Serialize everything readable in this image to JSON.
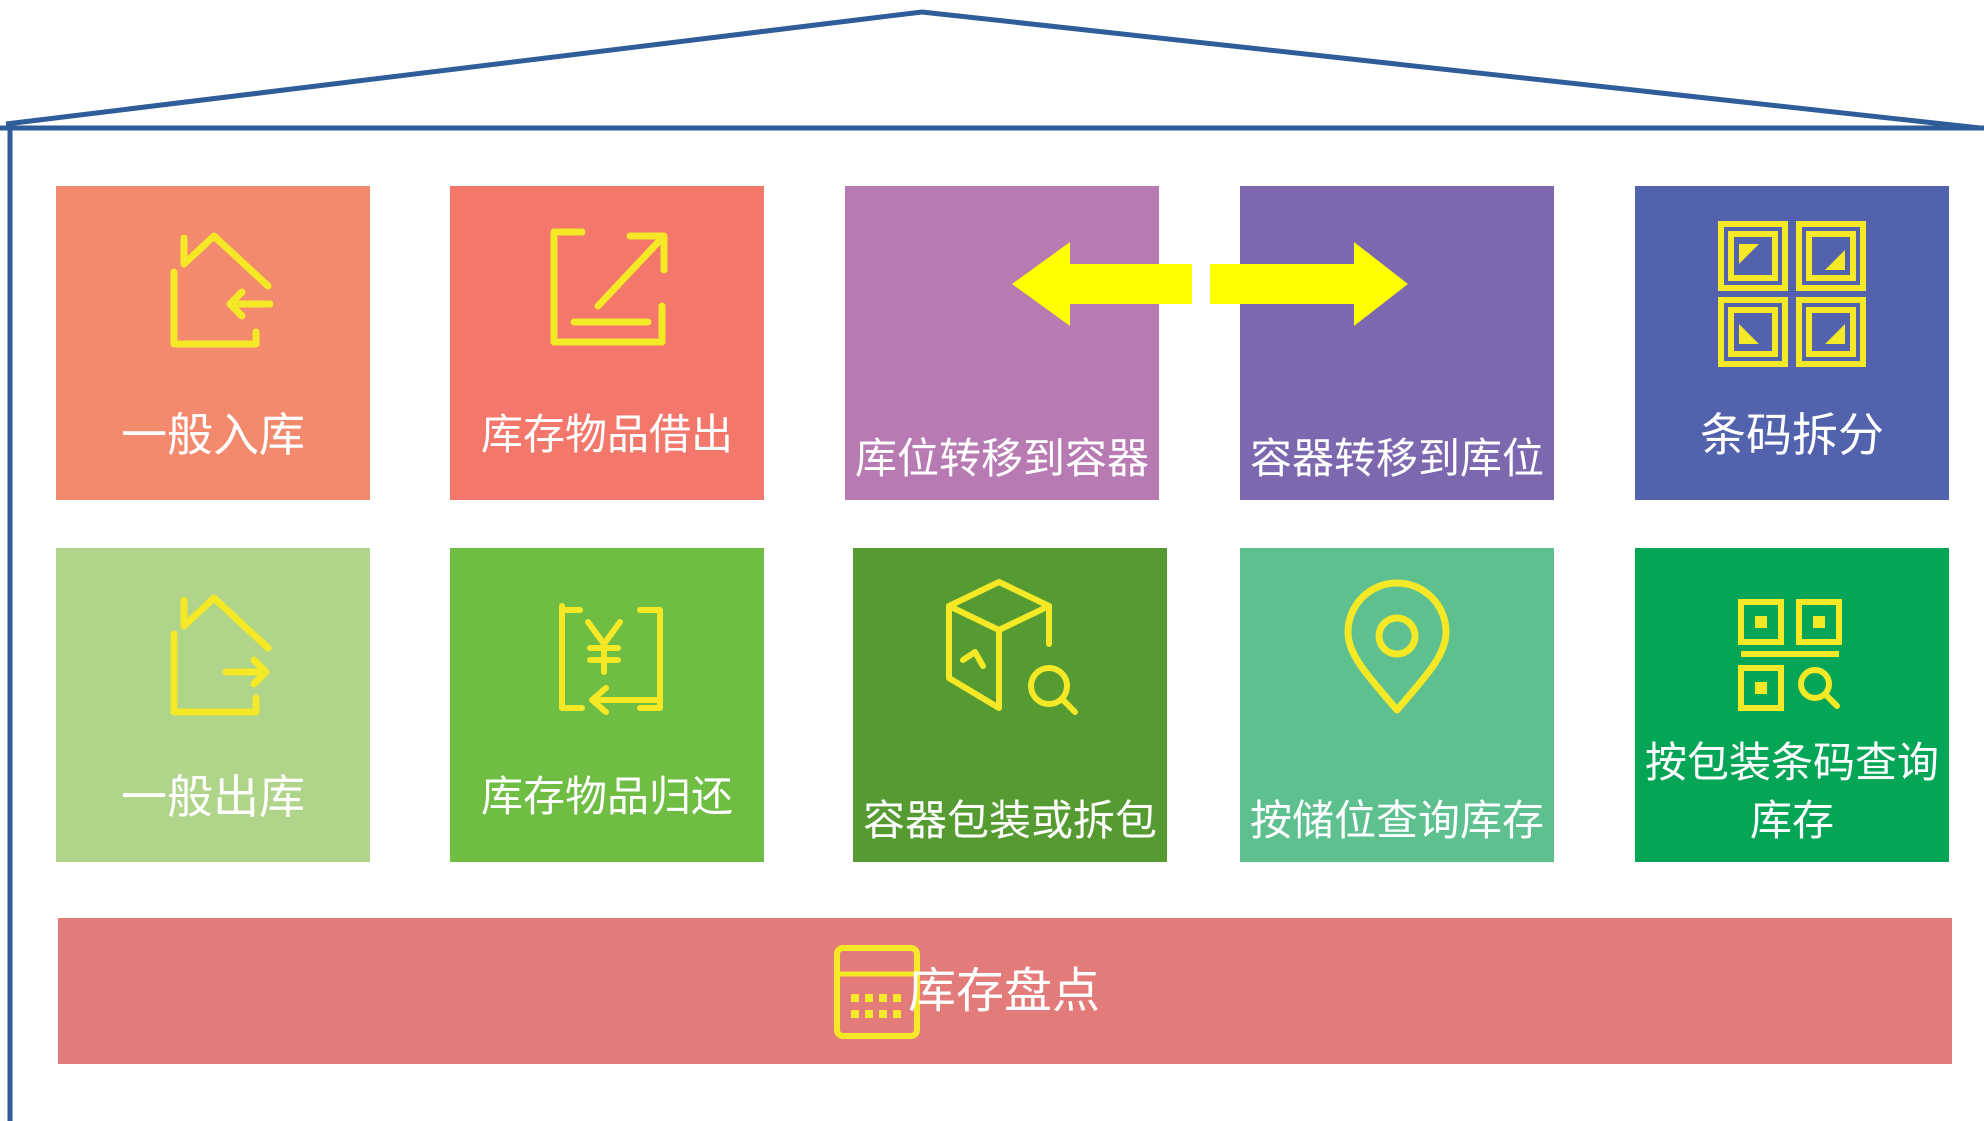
{
  "colors": {
    "outline": "#2e5d9a",
    "icon": "#f5e826",
    "text": "#ffffff"
  },
  "tiles_row1": [
    {
      "label": "一般入库",
      "color": "#f48a6d",
      "icon": "house-in-icon"
    },
    {
      "label": "库存物品借出",
      "color": "#f3776b",
      "icon": "share-out-icon"
    },
    {
      "label": "库位转移到容器",
      "color": "#b77ab2",
      "icon": "none"
    },
    {
      "label": "容器转移到库位",
      "color": "#7d67ae",
      "icon": "none"
    },
    {
      "label": "条码拆分",
      "color": "#5262ad",
      "icon": "split-grid-icon"
    }
  ],
  "tiles_row2": [
    {
      "label": "一般出库",
      "color": "#b0d58a",
      "icon": "house-out-icon"
    },
    {
      "label": "库存物品归还",
      "color": "#6fbe43",
      "icon": "yen-return-icon"
    },
    {
      "label": "容器包装或拆包",
      "color": "#569a32",
      "icon": "box-search-icon"
    },
    {
      "label": "按储位查询库存",
      "color": "#5fc08f",
      "icon": "map-pin-icon"
    },
    {
      "label": "按包装条码查询库存",
      "color": "#05a557",
      "icon": "qr-search-icon"
    }
  ],
  "transfer_arrow": {
    "icon": "double-arrow-icon",
    "color": "#ffff00"
  },
  "bottom_bar": {
    "label": "库存盘点",
    "color": "#e47b7b",
    "icon": "calculator-icon"
  }
}
